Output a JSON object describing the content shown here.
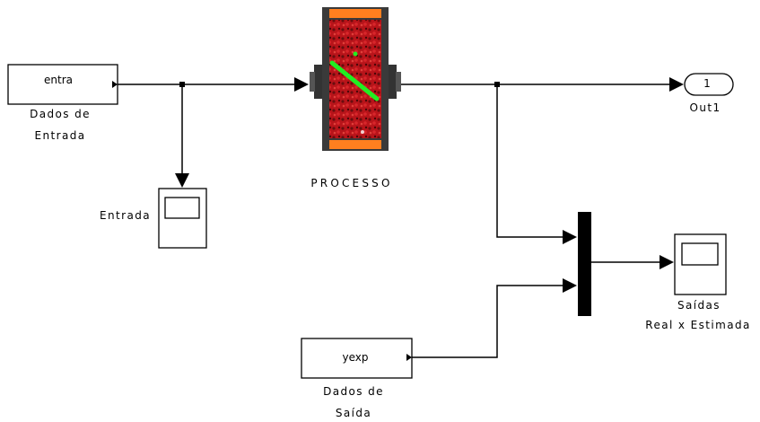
{
  "blocks": {
    "from_ws_input": {
      "value": "entra",
      "label_line1": "Dados de",
      "label_line2": "Entrada"
    },
    "from_ws_output": {
      "value": "yexp",
      "label_line1": "Dados de",
      "label_line2": "Saída"
    },
    "scope_input": {
      "label": "Entrada"
    },
    "process": {
      "label": "PROCESSO"
    },
    "outport": {
      "number": "1",
      "label": "Out1"
    },
    "scope_outputs": {
      "label_line1": "Saídas",
      "label_line2": "Real x Estimada"
    }
  },
  "colors": {
    "line": "#000000",
    "process_body": "#b8141a",
    "process_cap": "#ff7f1f",
    "process_frame": "#3a3a3a",
    "process_beam": "#22ee22",
    "mux": "#000000"
  },
  "icons": [
    "scope-icon",
    "process-image-icon",
    "mux-bar-icon",
    "outport-icon"
  ]
}
